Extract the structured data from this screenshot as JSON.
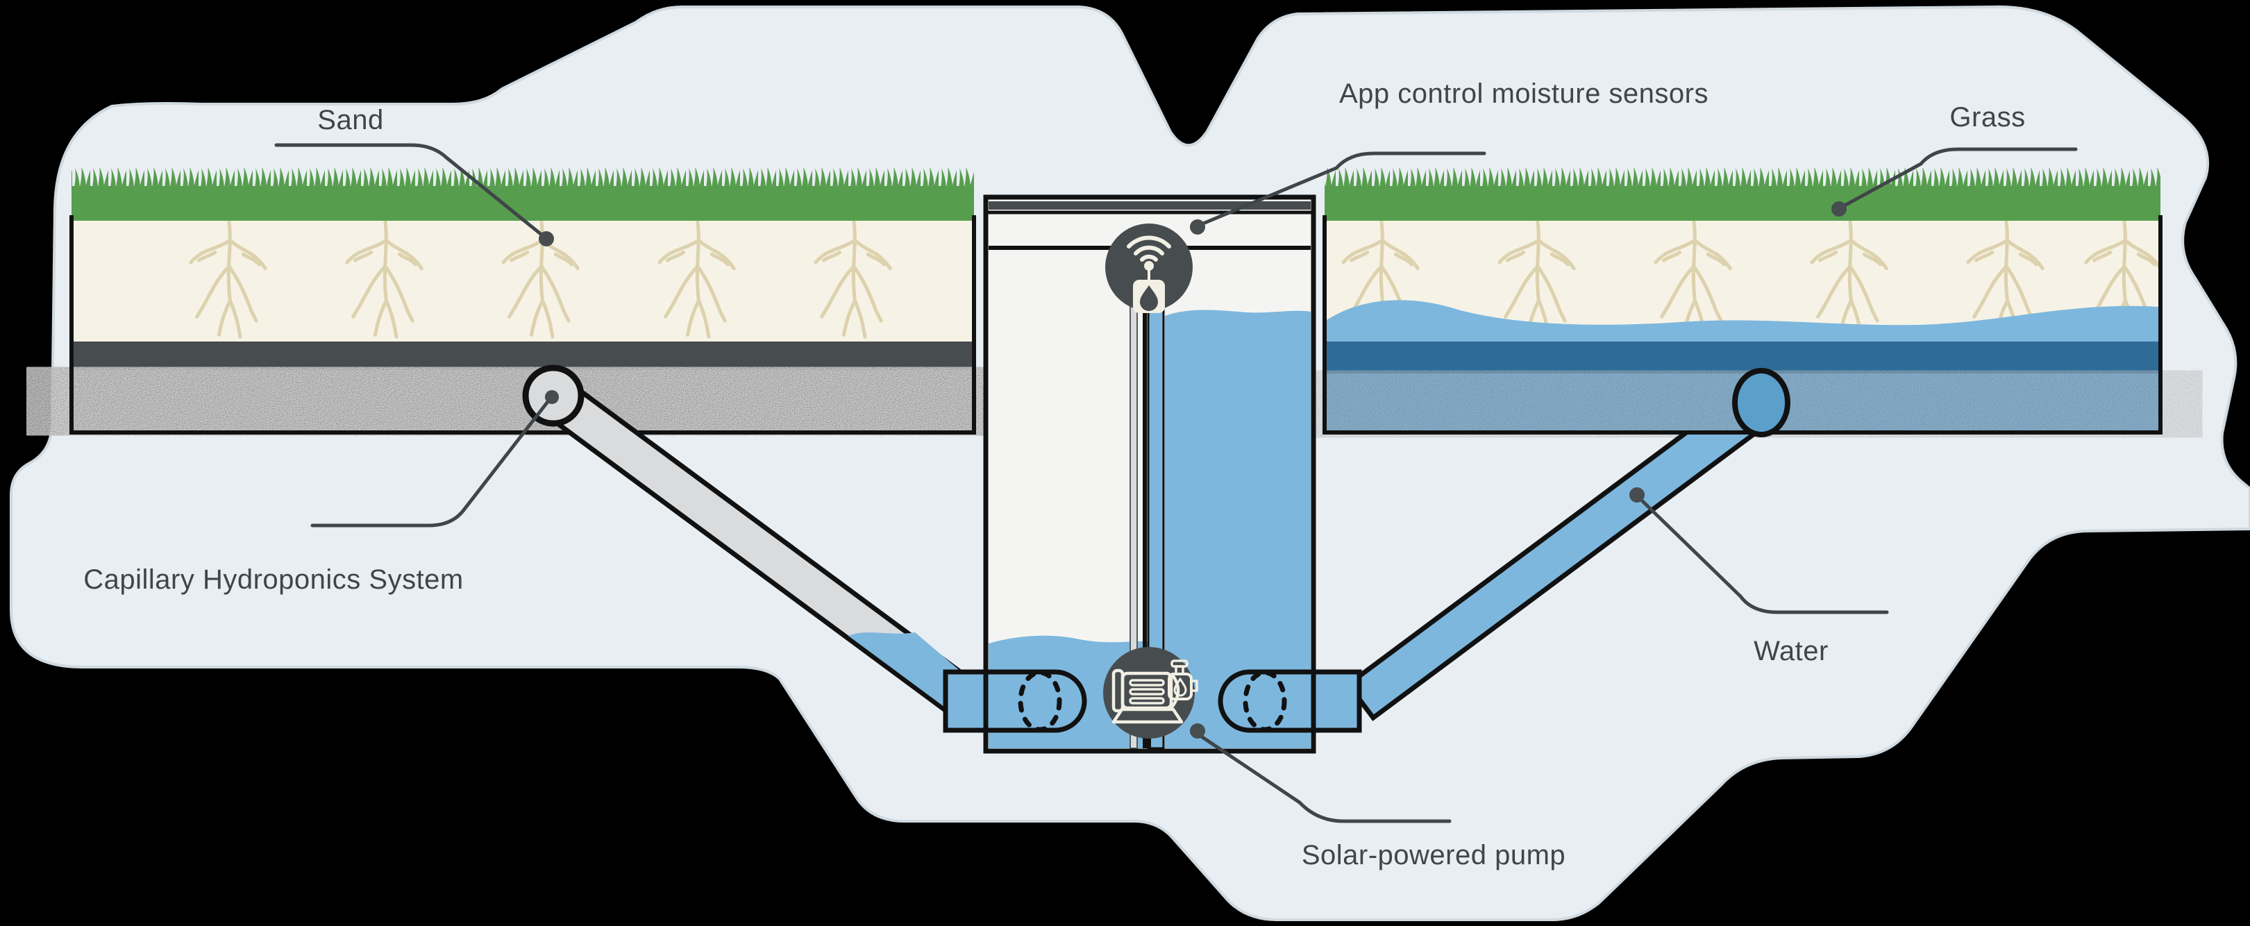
{
  "diagram": {
    "title_labels": {
      "sand": "Sand",
      "sensors": "App control moisture sensors",
      "grass": "Grass",
      "capillary": "Capillary Hydroponics System",
      "water": "Water",
      "pump": "Solar-powered pump"
    },
    "icons": [
      {
        "name": "wifi-moisture-sensor-icon"
      },
      {
        "name": "water-pump-icon"
      }
    ],
    "colors": {
      "canvas": "#000000",
      "panel": "#e9eef3",
      "panel_edge": "#cfd9df",
      "grass": "#579d4e",
      "soil": "#f6f3e6",
      "roots": "#ddd2ae",
      "liner_dark": "#474c4f",
      "water": "#7db7dd",
      "water_deep": "#2e6b96",
      "gravel_blue": "#4f94c4",
      "gravel_gray": "#8f8f8f",
      "pipe_gray": "#d9dbdd",
      "outline": "#111111",
      "icon_bg": "#474c4f",
      "icon_fg": "#f2efe4",
      "label_text": "#3f4549",
      "leader": "#3f4549",
      "tank_interior": "#f4f5f2"
    }
  }
}
